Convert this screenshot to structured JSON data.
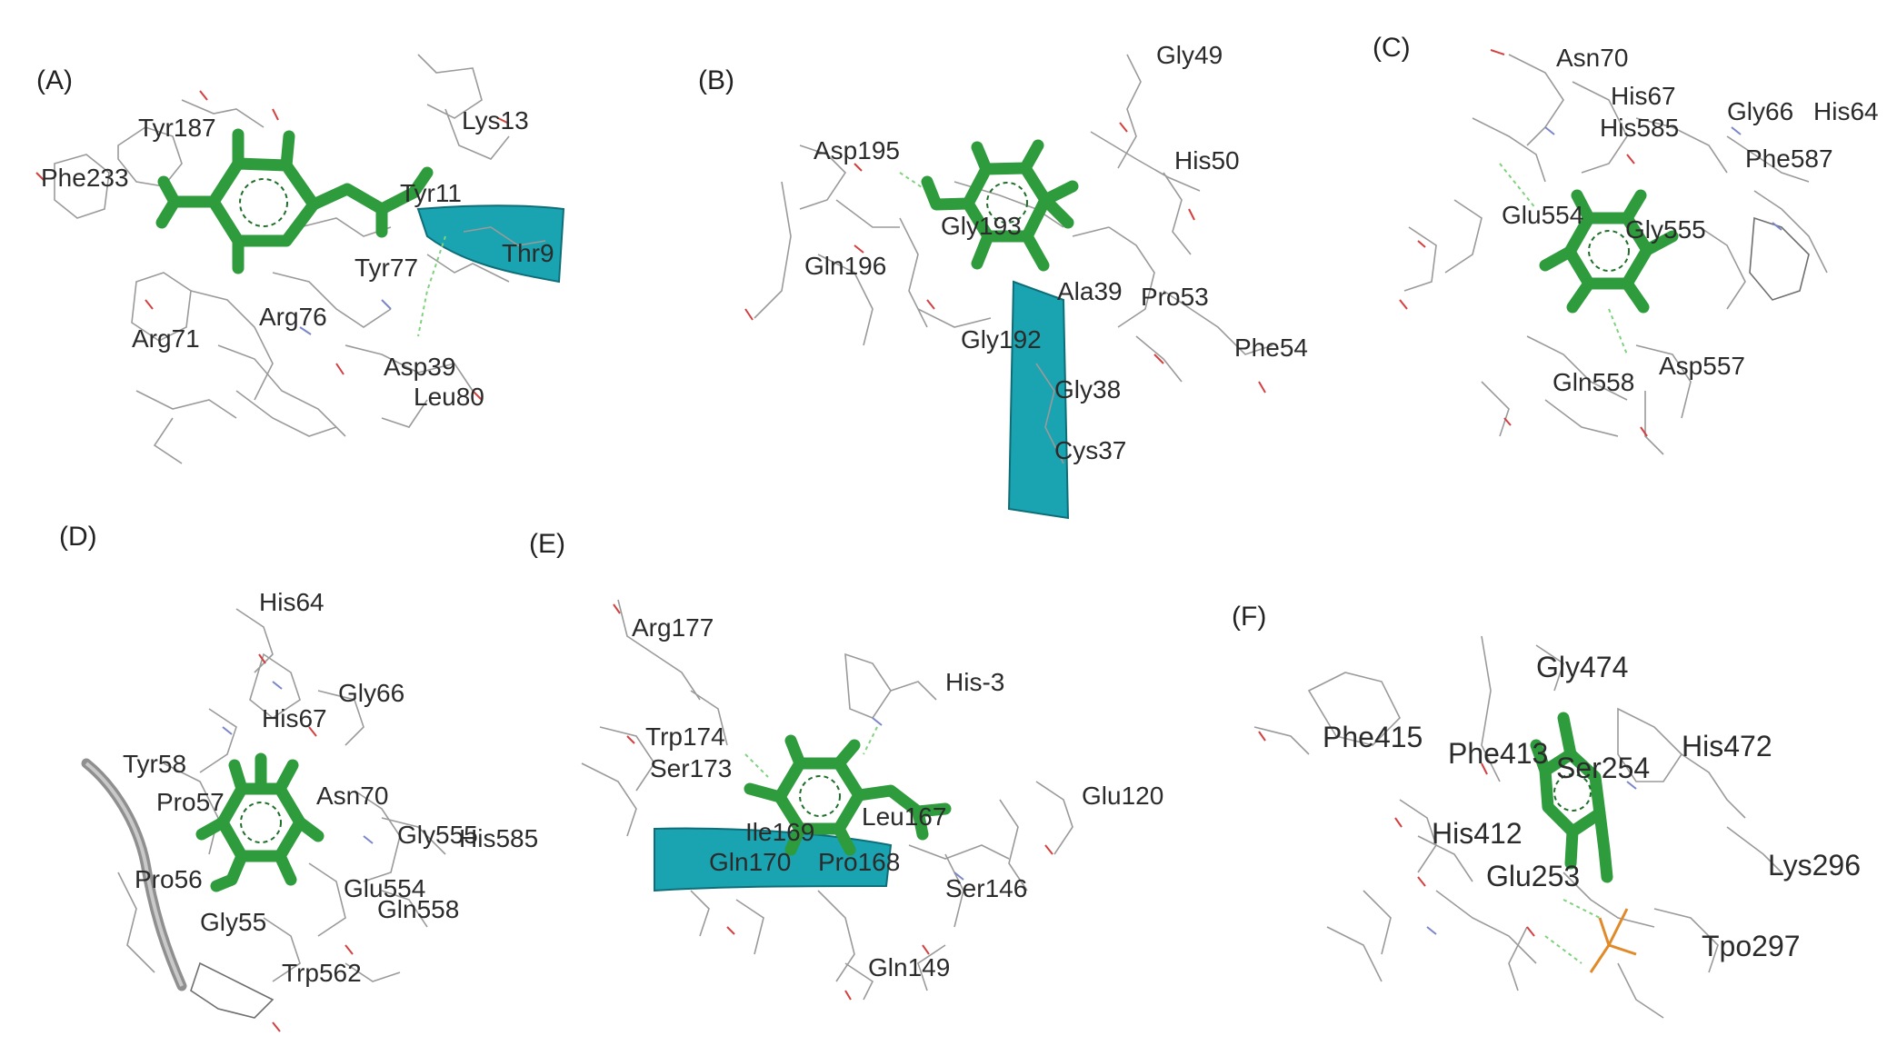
{
  "panels": [
    {
      "label": "(A)",
      "residues": [
        "Tyr187",
        "Lys13",
        "Phe233",
        "Tyr11",
        "Thr9",
        "Tyr77",
        "Arg76",
        "Arg71",
        "Asp39",
        "Leu80"
      ]
    },
    {
      "label": "(B)",
      "residues": [
        "Gly49",
        "Asp195",
        "His50",
        "Gly193",
        "Gln196",
        "Ala39",
        "Pro53",
        "Gly192",
        "Phe54",
        "Gly38",
        "Cys37"
      ]
    },
    {
      "label": "(C)",
      "residues": [
        "Asn70",
        "His67",
        "Gly66",
        "His64",
        "His585",
        "Phe587",
        "Glu554",
        "Gly555",
        "Asp557",
        "Gln558"
      ]
    },
    {
      "label": "(D)",
      "residues": [
        "His64",
        "Gly66",
        "His67",
        "Tyr58",
        "Pro57",
        "Asn70",
        "Gly555",
        "His585",
        "Pro56",
        "Glu554",
        "Gln558",
        "Gly55",
        "Trp562"
      ]
    },
    {
      "label": "(E)",
      "residues": [
        "Arg177",
        "His-3",
        "Trp174",
        "Ser173",
        "Glu120",
        "Ile169",
        "Leu167",
        "Gln170",
        "Pro168",
        "Ser146",
        "Gln149"
      ]
    },
    {
      "label": "(F)",
      "residues": [
        "Gly474",
        "Phe415",
        "Phe413",
        "Ser254",
        "His472",
        "His412",
        "Glu253",
        "Lys296",
        "Tpo297"
      ]
    }
  ],
  "colors": {
    "ligand": "#2e9b3c",
    "ribbon": "#1aa3b0",
    "ribbon_gray": "#8f8f8f",
    "wire": "#9a9a9a",
    "oxygen": "#d24040",
    "nitrogen": "#7a86c8",
    "phosphorus": "#e08a2a",
    "hbond": "#7fd27f"
  }
}
